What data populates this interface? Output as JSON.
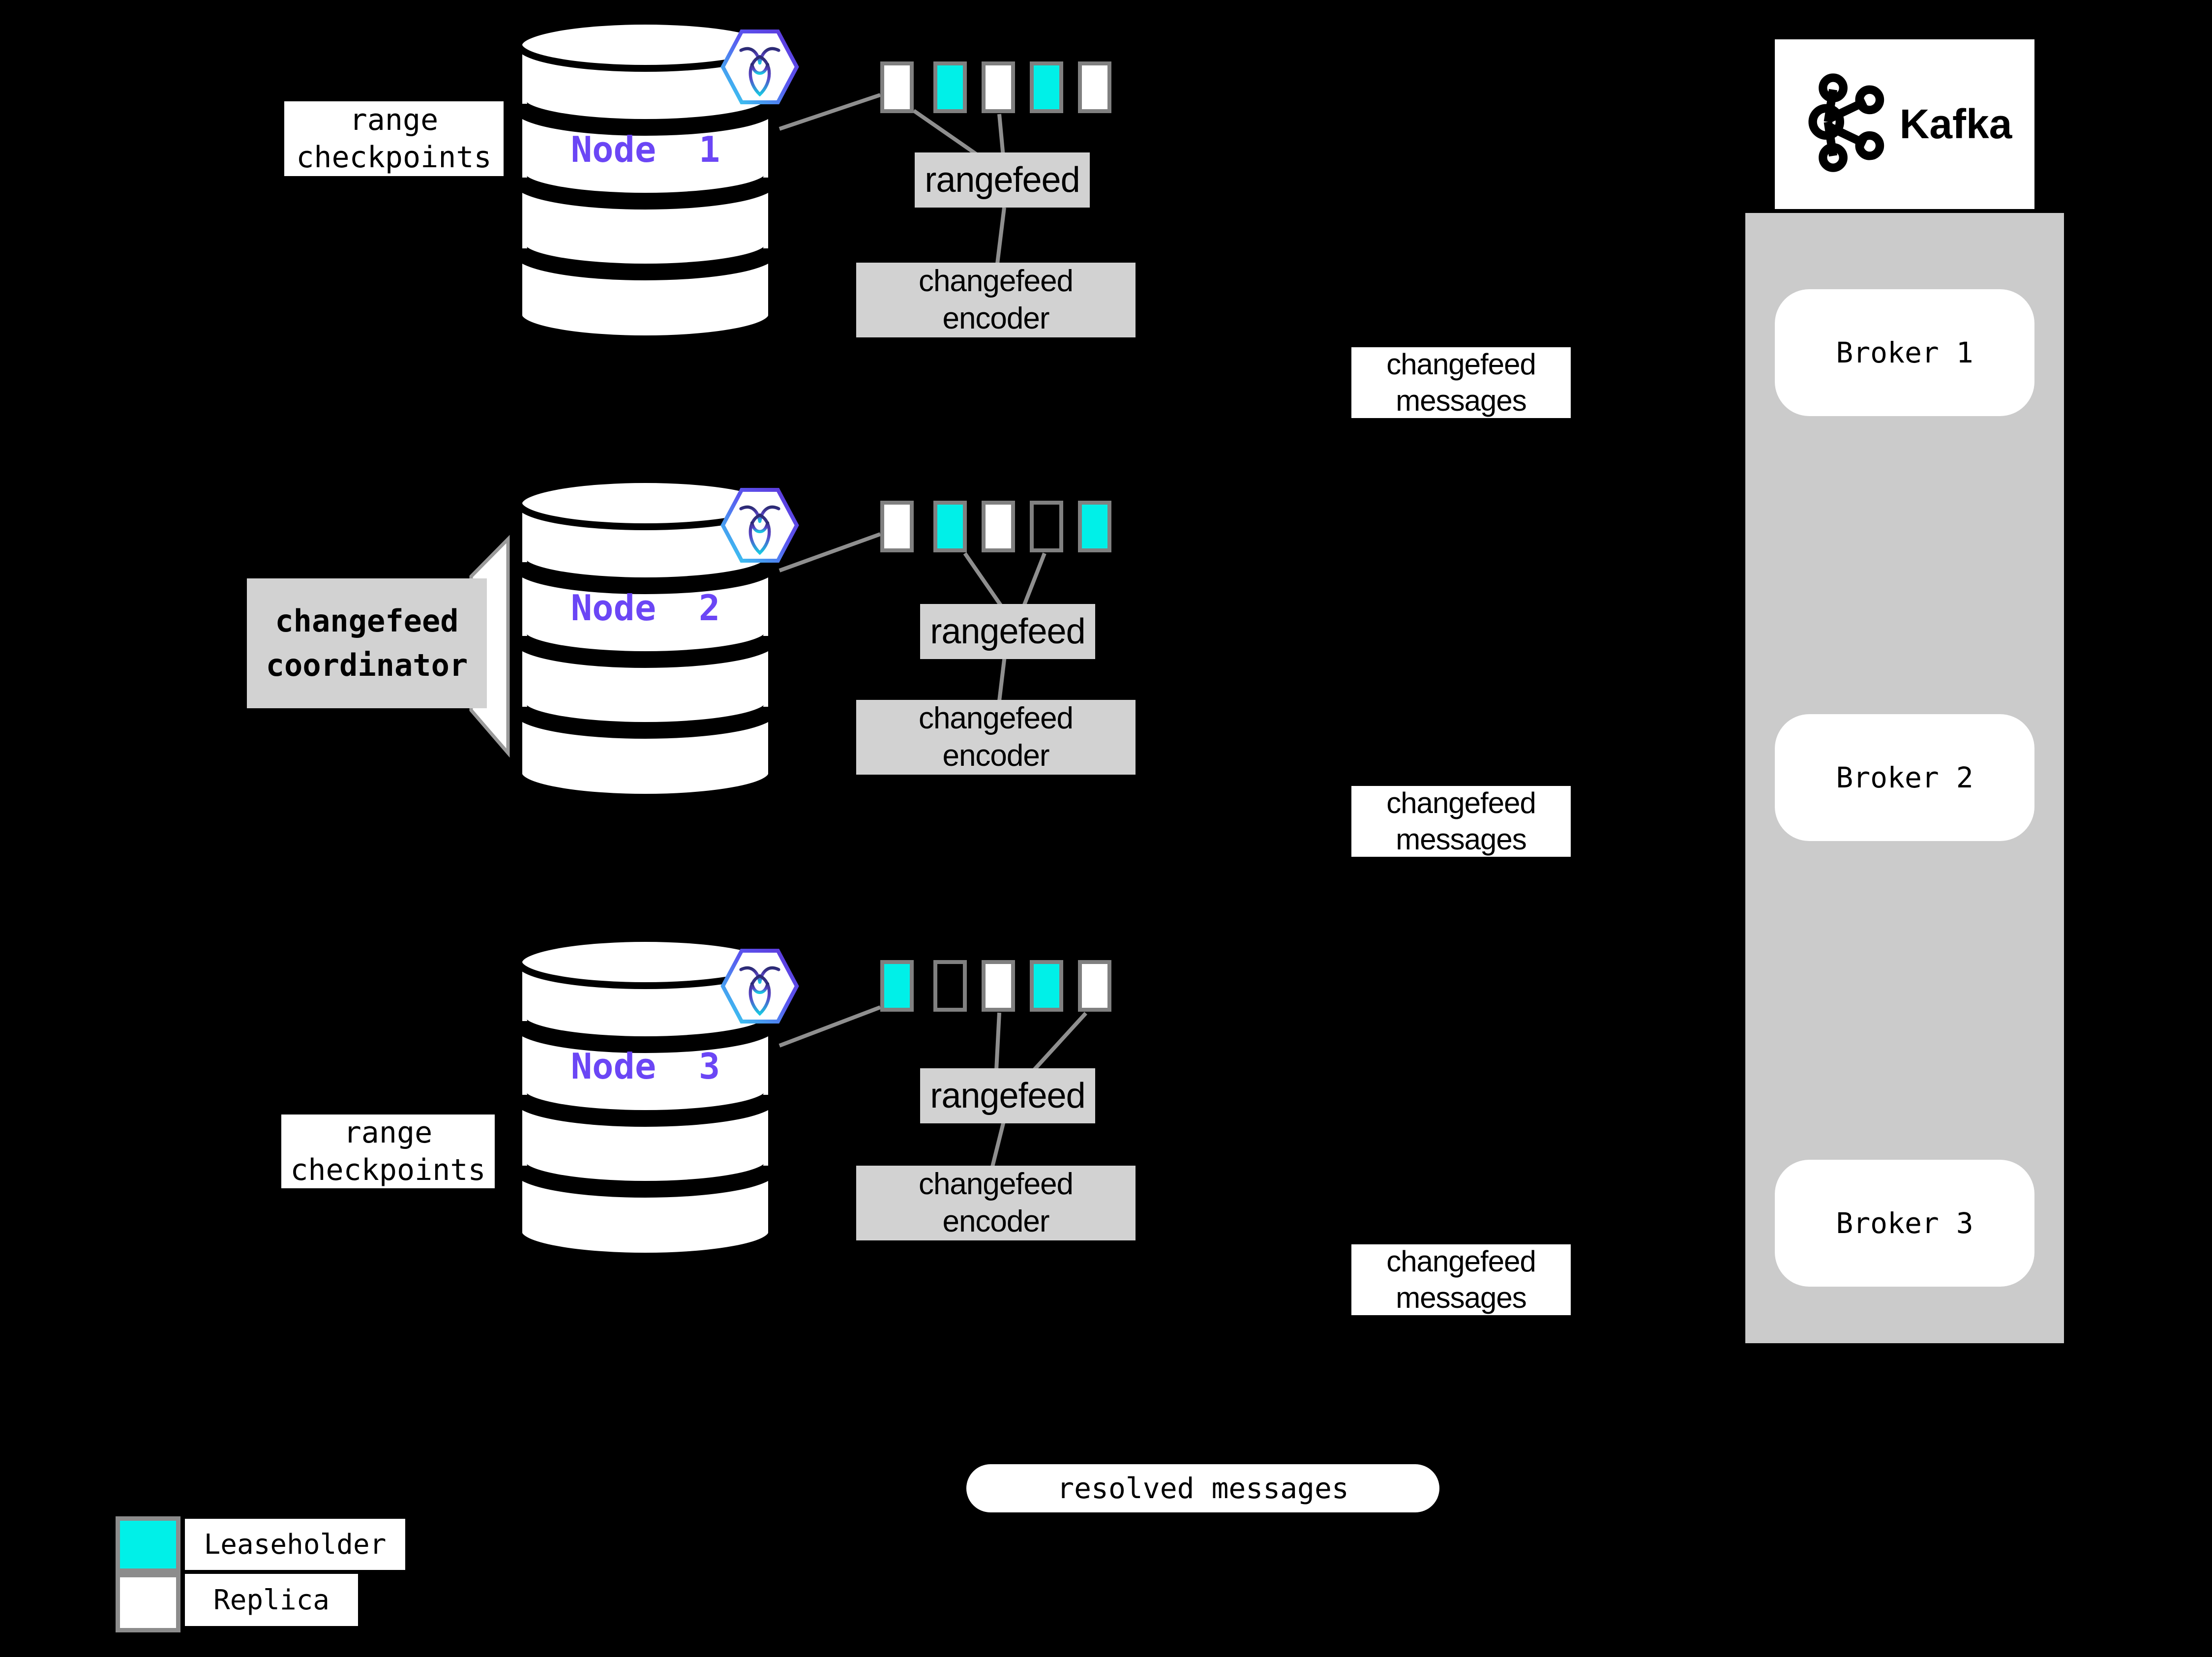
{
  "colors": {
    "leaseholder": "#00f0e8",
    "replica": "#ffffff",
    "empty": "transparent",
    "node_text": "#6b46f5",
    "box_gray": "#d2d2d2",
    "container_gray": "#cbcbcb",
    "square_border": "#808080",
    "line_gray": "#8f8f8f"
  },
  "nodes": [
    {
      "label": "Node  1",
      "rangefeed_label": "rangefeed",
      "encoder_line1": "changefeed",
      "encoder_line2": "encoder",
      "squares": [
        "replica",
        "leaseholder",
        "replica",
        "leaseholder",
        "replica"
      ]
    },
    {
      "label": "Node  2",
      "rangefeed_label": "rangefeed",
      "encoder_line1": "changefeed",
      "encoder_line2": "encoder",
      "squares": [
        "replica",
        "leaseholder",
        "replica",
        "empty",
        "leaseholder"
      ]
    },
    {
      "label": "Node  3",
      "rangefeed_label": "rangefeed",
      "encoder_line1": "changefeed",
      "encoder_line2": "encoder",
      "squares": [
        "leaseholder",
        "empty",
        "replica",
        "leaseholder",
        "replica"
      ]
    }
  ],
  "labels": {
    "range_checkpoints_line1": "range",
    "range_checkpoints_line2": "checkpoints",
    "coordinator_line1": "changefeed",
    "coordinator_line2": "coordinator",
    "messages_line1": "changefeed",
    "messages_line2": "messages",
    "resolved_messages": "resolved messages"
  },
  "kafka": {
    "brand": "Kafka",
    "brokers": [
      "Broker 1",
      "Broker 2",
      "Broker 3"
    ]
  },
  "legend": {
    "leaseholder": "Leaseholder",
    "replica": "Replica"
  }
}
